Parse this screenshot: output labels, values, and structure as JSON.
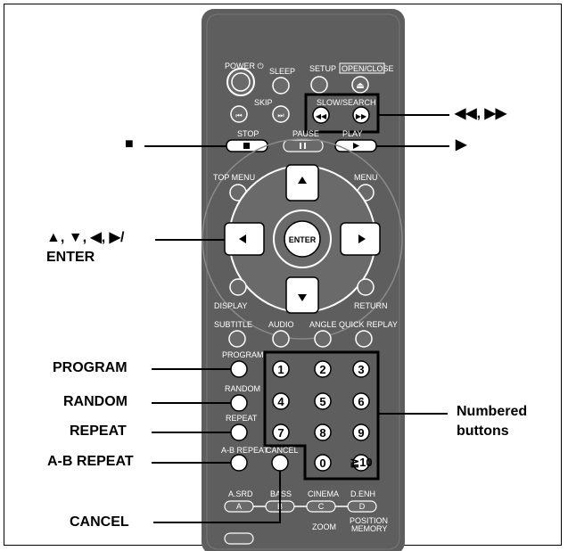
{
  "remote": {
    "power": "POWER ⏻",
    "sleep": "SLEEP",
    "setup": "SETUP",
    "open_close": "OPEN/CLOSE",
    "skip": "SKIP",
    "slow_search": "SLOW/SEARCH",
    "stop": "STOP",
    "pause": "PAUSE",
    "play": "PLAY",
    "top_menu": "TOP MENU",
    "menu": "MENU",
    "enter": "ENTER",
    "display": "DISPLAY",
    "return": "RETURN",
    "subtitle": "SUBTITLE",
    "audio": "AUDIO",
    "angle": "ANGLE",
    "quick_replay": "QUICK REPLAY",
    "program": "PROGRAM",
    "random": "RANDOM",
    "repeat": "REPEAT",
    "ab_repeat": "A-B REPEAT",
    "cancel": "CANCEL",
    "numbers": [
      "1",
      "2",
      "3",
      "4",
      "5",
      "6",
      "7",
      "8",
      "9",
      "0",
      "≧10"
    ],
    "asrd": "A.SRD",
    "bass": "BASS",
    "cinema": "CINEMA",
    "denh": "D.ENH",
    "letters": [
      "A",
      "B",
      "C",
      "D"
    ],
    "zoom": "ZOOM",
    "position_memory_1": "POSITION",
    "position_memory_2": "MEMORY"
  },
  "callouts": {
    "search": "◀◀, ▶▶",
    "play": "▶",
    "stop": "■",
    "cursor_line1": "▲, ▼, ◀, ▶/",
    "cursor_line2": "ENTER",
    "program": "PROGRAM",
    "random": "RANDOM",
    "repeat": "REPEAT",
    "ab_repeat": "A-B REPEAT",
    "cancel": "CANCEL",
    "numbered_line1": "Numbered",
    "numbered_line2": "buttons"
  }
}
